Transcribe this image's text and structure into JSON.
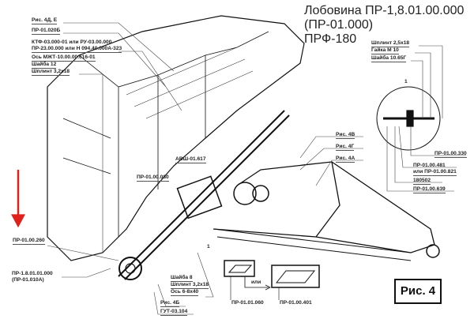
{
  "title": {
    "line1": "Лобовина ПР-1,8.01.00.000",
    "line2": "(ПР-01.000)",
    "line3": "ПРФ-180"
  },
  "figure_label": "Рис. 4",
  "callouts_left_top": [
    "Рис. 4Д, Е",
    "ПР-01.020Б",
    "КТФ-03.000-01  или РУ-03.00.000",
    "ПР-23.00.000  или Н 094.40.000А-323",
    "Ось МЖТ-10.00.00.616-01",
    "Шайба 12",
    "Шплинт 3,2х18"
  ],
  "callouts_right_top": [
    "Шплинт 2,5х18",
    "Гайка М 10",
    "Шайба 10.65Г"
  ],
  "detail_number": "1",
  "callouts_center_right": [
    "Рис. 4В",
    "Рис. 4Г",
    "Рис. 4А"
  ],
  "callouts_detail": [
    "ПР-01.00.330",
    "ПР-01.00.481",
    "или ПР-01.00.821",
    "180502",
    "ПР-01.00.639"
  ],
  "callouts_middle": [
    "АВШ-01.617",
    "ПР-01.00.080"
  ],
  "callouts_left_bottom": [
    "ПР-01.00.260",
    "ПР-1.8.01.01.000",
    "(ПР-01.010А)"
  ],
  "callouts_bottom": [
    "Шайба 8",
    "Шплинт 3,2х18",
    "Ось 6-8х40",
    "Рис. 4Б",
    "ГУТ-03.104"
  ],
  "plates": {
    "a": "ПР-01.01.060",
    "or": "или",
    "b": "ПР-01.00.401"
  },
  "colors": {
    "arrow": "#e0201a",
    "line": "#111111"
  }
}
